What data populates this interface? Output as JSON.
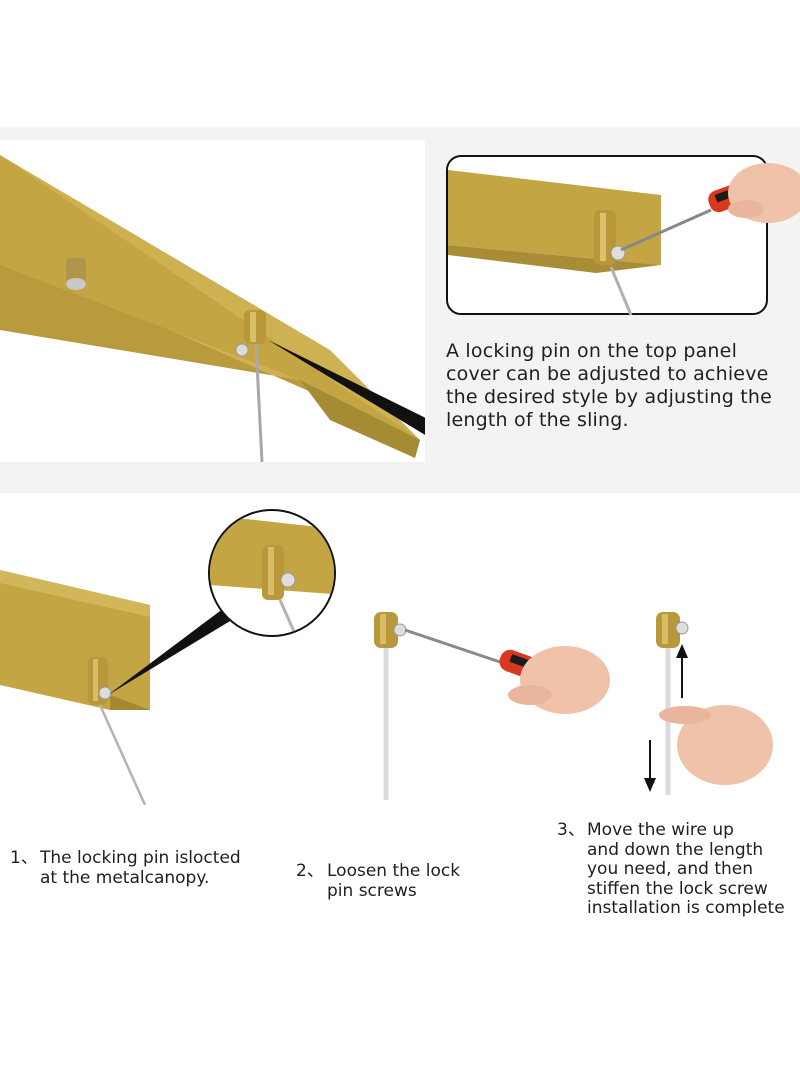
{
  "main_caption": "A locking pin on the top panel cover can be adjusted to achieve the desired style by adjusting the length of the sling.",
  "steps": [
    {
      "number": "1、",
      "text": "The locking pin islocted\nat the metalcanopy."
    },
    {
      "number": "2、",
      "text": "Loosen the lock\npin screws"
    },
    {
      "number": "3、",
      "text": "Move the wire up\nand down the length\nyou need, and then\nstiffen the lock screw\ninstallation is complete"
    }
  ],
  "colors": {
    "gold": "#c4a544",
    "gold_shadow": "#9c8232",
    "panel_bg": "#f3f3f4",
    "handle_red": "#d7381e",
    "skin": "#f0c2aa"
  }
}
